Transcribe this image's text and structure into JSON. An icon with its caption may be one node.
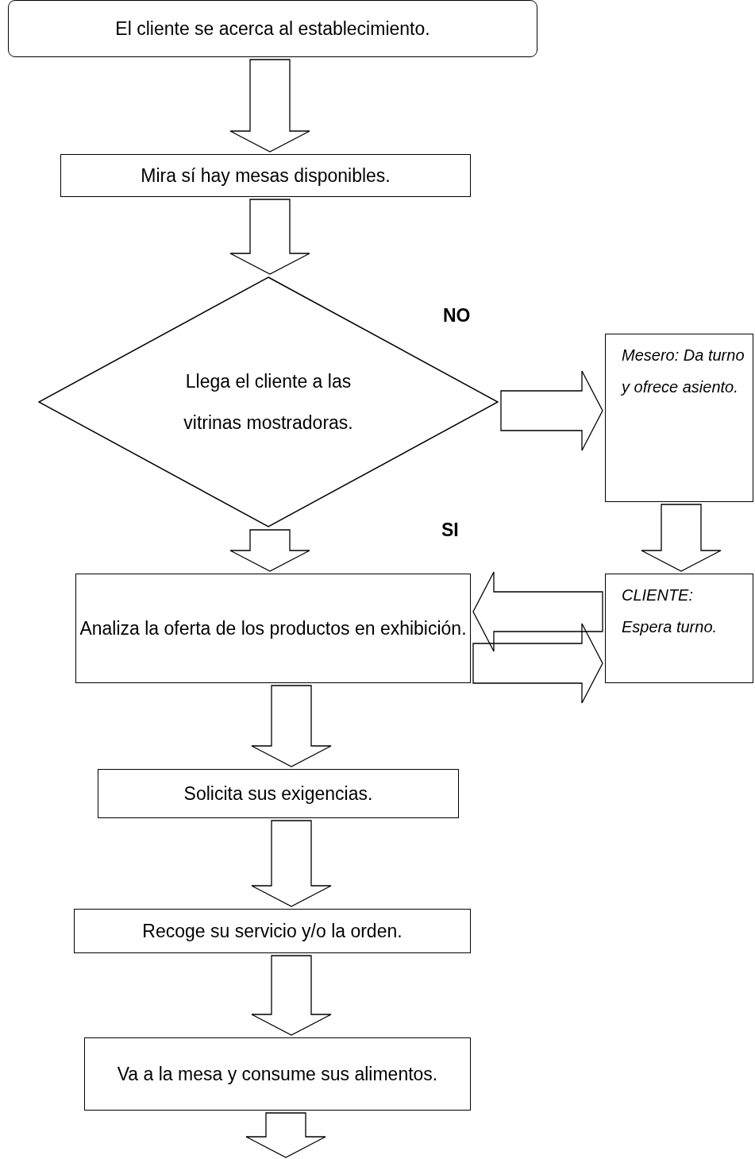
{
  "diagram": {
    "nodes": [
      {
        "text": [
          "El cliente se acerca al establecimiento."
        ]
      },
      {
        "text": [
          "Mira sí hay mesas disponibles."
        ]
      },
      {
        "text": [
          "Llega el cliente a las vitrinas mostradoras."
        ]
      },
      {
        "text": [
          "Mesero: Da turno y ofrece asiento."
        ]
      },
      {
        "text": [
          "CLIENTE: Espera turno."
        ]
      },
      {
        "text": [
          "Analiza la oferta de los productos en exhibición."
        ]
      },
      {
        "text": [
          "Solicita sus exigencias."
        ]
      },
      {
        "text": [
          "Recoge su servicio y/o la orden."
        ]
      },
      {
        "text": [
          "Va a la mesa y consume sus alimentos."
        ]
      }
    ],
    "edges": [
      {
        "from": 0,
        "to": 1,
        "arrow": "to"
      },
      {
        "from": 1,
        "to": 2,
        "arrow": "to"
      },
      {
        "from": 2,
        "to": 3,
        "arrow": "to"
      },
      {
        "from": 2,
        "to": 5,
        "arrow": "to"
      },
      {
        "from": 3,
        "to": 4,
        "arrow": "to"
      },
      {
        "from": 4,
        "to": 5,
        "arrow": "to"
      },
      {
        "from": 5,
        "to": 4,
        "arrow": "to"
      },
      {
        "from": 5,
        "to": 6,
        "arrow": "to"
      },
      {
        "from": 6,
        "to": 7,
        "arrow": "to"
      },
      {
        "from": 7,
        "to": 8,
        "arrow": "to"
      },
      {
        "from": 8,
        "to": null,
        "arrow": "to"
      }
    ],
    "labels": [
      "NO",
      "SI"
    ]
  }
}
